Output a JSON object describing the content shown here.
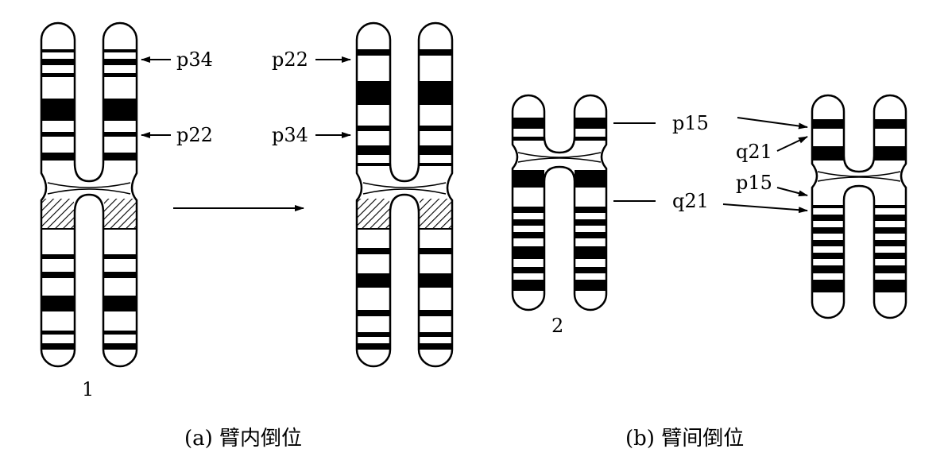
{
  "panel_a": {
    "chromosome_number": "1",
    "label_p34_before": "p34",
    "label_p22_before": "p22",
    "label_p22_after": "p22",
    "label_p34_after": "p34",
    "caption": "(a) 臂内倒位"
  },
  "panel_b": {
    "chromosome_number": "2",
    "label_p15_left": "p15",
    "label_q21_left": "q21",
    "label_q21_right": "q21",
    "label_p15_right": "p15",
    "caption": "(b) 臂间倒位"
  }
}
